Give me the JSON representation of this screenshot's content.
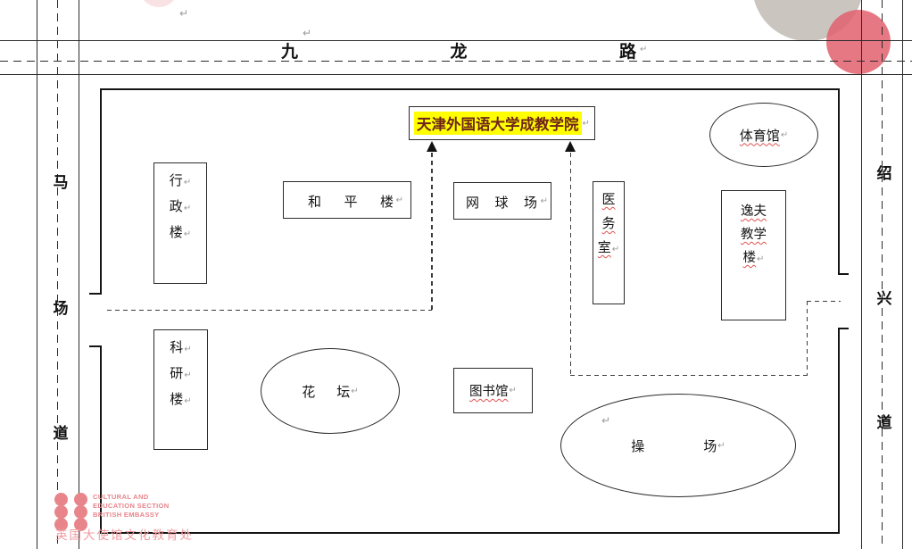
{
  "marks": {
    "pilcrow": "↵"
  },
  "decor": {
    "gray_circle_color": "#cbc5c0",
    "red_circle_color": "#e4606e",
    "highlight_yellow": "#ffff00",
    "title_text_color": "#6f241a",
    "squiggle_red": "#e05252",
    "logo_pink": "#e8858b"
  },
  "roads": {
    "top": {
      "name": "九龙路"
    },
    "left": {
      "name": "马场道"
    },
    "right": {
      "name": "绍兴道"
    }
  },
  "campus": {
    "title": {
      "text": "天津外国语大学成教学院"
    },
    "buildings": {
      "admin": {
        "name": "行政楼",
        "lines": [
          "行",
          "政",
          "楼"
        ]
      },
      "heping": {
        "name": "和平楼"
      },
      "tennis": {
        "name": "网球场"
      },
      "medical": {
        "name": "医务室",
        "lines": [
          "医",
          "务",
          "室"
        ]
      },
      "yifu": {
        "name": "逸夫教学楼",
        "lines": [
          "逸夫",
          "教学",
          "楼"
        ]
      },
      "gym": {
        "name": "体育馆"
      },
      "research": {
        "name": "科研楼",
        "lines": [
          "科",
          "研",
          "楼"
        ]
      },
      "flowerbed": {
        "name": "花坛"
      },
      "library": {
        "name": "图书馆"
      },
      "playground": {
        "name": "操场"
      }
    }
  },
  "logo": {
    "line1": "CULTURAL AND",
    "line2": "EDUCATION SECTION",
    "line3": "BRITISH EMBASSY",
    "chinese": "英国大使馆文化教育处"
  }
}
